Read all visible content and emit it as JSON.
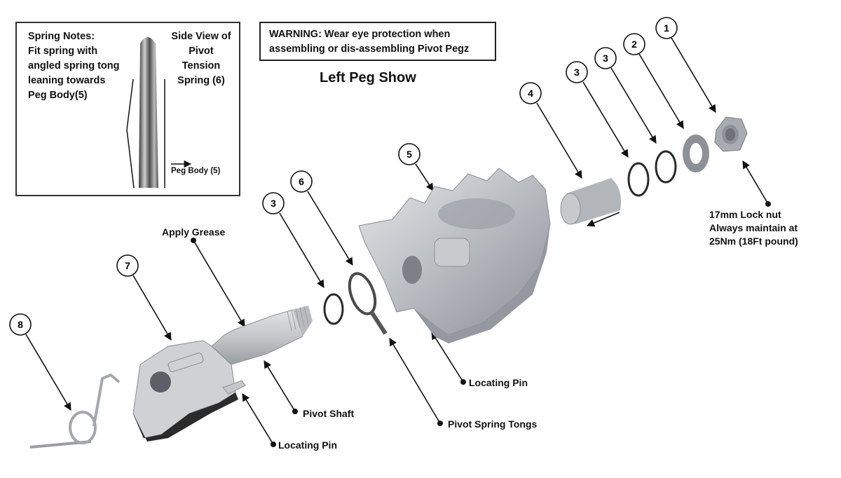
{
  "diagram": {
    "title": "Left Peg Show",
    "warning": "WARNING: Wear eye protection when\nassembling or dis-assembling Pivot Pegz",
    "spring_notes": {
      "text": "Spring Notes:\nFit spring with\nangled spring tong\nleaning towards\nPeg Body(5)",
      "side_view_caption": "Side View of\nPivot\nTension\nSpring (6)",
      "direction_label": "Peg Body (5)"
    },
    "callouts": [
      {
        "number": "1",
        "part": "lock-nut"
      },
      {
        "number": "2",
        "part": "washer"
      },
      {
        "number": "3",
        "part": "o-ring-outer"
      },
      {
        "number": "3",
        "part": "o-ring-middle"
      },
      {
        "number": "4",
        "part": "bushing"
      },
      {
        "number": "5",
        "part": "peg-body"
      },
      {
        "number": "6",
        "part": "pivot-tension-spring"
      },
      {
        "number": "3",
        "part": "o-ring-inner"
      },
      {
        "number": "7",
        "part": "pivot-bracket"
      },
      {
        "number": "8",
        "part": "return-spring"
      }
    ],
    "labels": {
      "lock_nut": "17mm Lock nut\nAlways maintain at\n25Nm (18Ft pound)",
      "apply_grease": "Apply Grease",
      "pivot_shaft": "Pivot Shaft",
      "locating_pin_bracket": "Locating Pin",
      "locating_pin_body": "Locating Pin",
      "pivot_spring_tongs": "Pivot Spring Tongs"
    },
    "colors": {
      "ink": "#111111",
      "metal_light": "#d4d6d9",
      "metal_mid": "#a9acb2",
      "metal_dark": "#6d7078",
      "oring": "#2a2a2a"
    }
  }
}
